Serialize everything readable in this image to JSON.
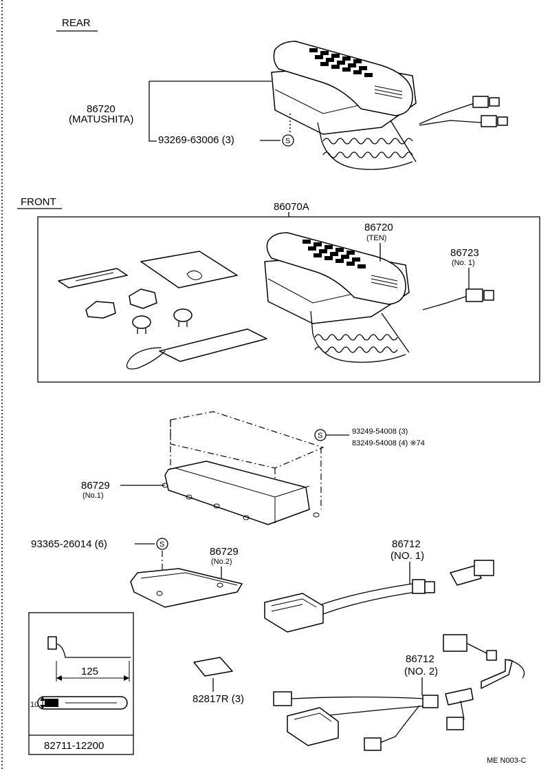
{
  "sections": {
    "rear": "REAR",
    "front": "FRONT"
  },
  "labels": {
    "rear_phone_part": "86720",
    "rear_phone_maker": "(MATUSHITA)",
    "rear_screw": "93269-63006 (3)",
    "kit_part": "86070A",
    "front_phone_part": "86720",
    "front_phone_maker": "(TEN)",
    "cord_part": "86723",
    "cord_no": "(No. 1)",
    "screw_upper_1": "93249-54008 (3)",
    "screw_upper_2": "83249-54008 (4) ※74",
    "bracket1_part": "86729",
    "bracket1_no": "(No.1)",
    "screw_lower": "93365-26014 (6)",
    "bracket2_part": "86729",
    "bracket2_no": "(No.2)",
    "harness1_part": "86712",
    "harness1_no": "(NO. 1)",
    "harness2_part": "86712",
    "harness2_no": "(NO. 2)",
    "tie_dim_length": "125",
    "tie_dim_width": "10",
    "tie_part": "82711-12200",
    "pad_part": "82817R (3)",
    "screw_symbol": "S",
    "drawing_code": "ME  N003-C"
  }
}
